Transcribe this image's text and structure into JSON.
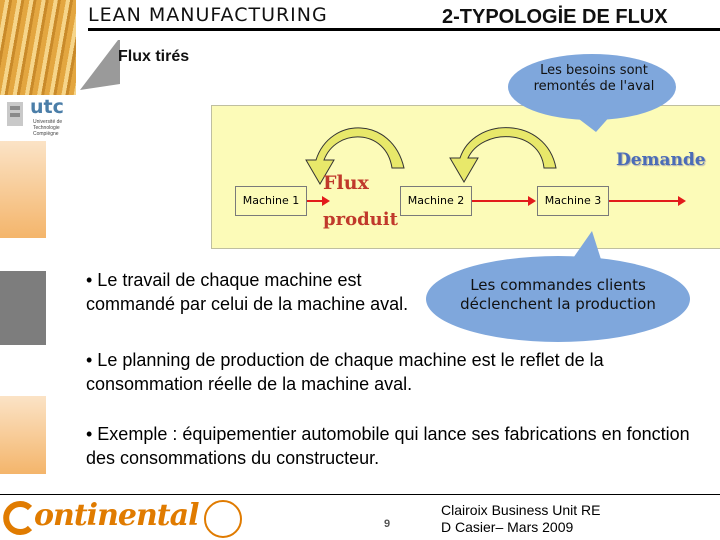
{
  "header": {
    "course_title": "LEAN MANUFACTURING",
    "slide_title": "2-TYPOLOGİE DE FLUX"
  },
  "sidebar": {
    "logo_name": "utc",
    "logo_subtitle": "Université de Technologie Compiègne"
  },
  "diagram": {
    "flux_tires_label": "Flux tirés",
    "machines": [
      "Machine 1",
      "Machine 2",
      "Machine 3"
    ],
    "flux_word": "Flux",
    "produit_word": "produit",
    "demande_label": "Demande",
    "callout_top": "Les besoins sont remontés de l'aval",
    "callout_bottom": "Les commandes clients déclenchent la production"
  },
  "bullets": [
    "• Le travail de chaque machine est commandé par celui de la machine aval.",
    "• Le planning de production de chaque machine est le reflet de la consommation réelle de la machine aval.",
    "• Exemple : équipementier automobile qui lance ses fabrications en fonction des consommations du constructeur."
  ],
  "footer": {
    "brand": "ontinental",
    "page_number": "9",
    "line1": "Clairoix Business Unit RE",
    "line2": "D Casier– Mars 2009"
  },
  "colors": {
    "flow_area": "#fcfbb8",
    "callout_fill": "#7fa7dc",
    "accent_red": "#c0392b",
    "arrow_red": "#e21b1b",
    "curve_arrow_fill": "#e8e86a",
    "brand_orange": "#e07b00"
  }
}
